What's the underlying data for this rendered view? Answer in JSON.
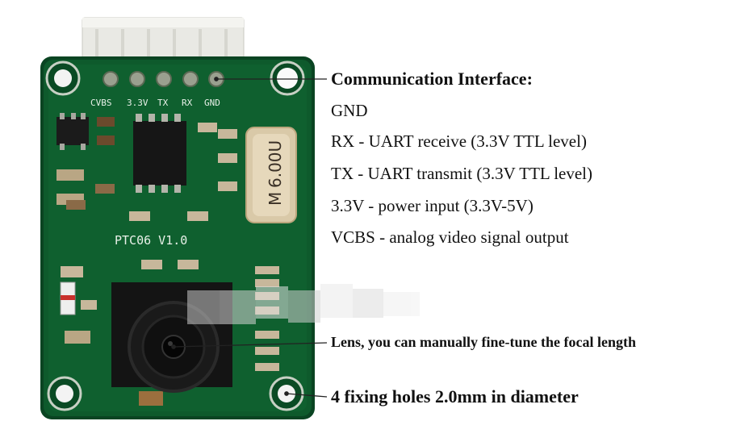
{
  "board": {
    "silkscreen_pins": [
      "CVBS",
      "3.3V",
      "TX",
      "RX",
      "GND"
    ],
    "silkscreen_model": "PTC06  V1.0",
    "crystal_marking": "6.00U",
    "crystal_logo": "M"
  },
  "annotations": {
    "interface_heading": "Communication Interface:",
    "interface_lines": [
      "GND",
      "RX - UART receive (3.3V TTL level)",
      "TX - UART transmit (3.3V TTL level)",
      "3.3V - power input (3.3V-5V)",
      "VCBS - analog video signal output"
    ],
    "lens_note": "Lens, you can manually fine-tune the focal length",
    "holes_note": "4 fixing holes 2.0mm in diameter"
  },
  "colors": {
    "pcb_green": "#0e5a2c",
    "pcb_edge": "#0a4422",
    "connector_white": "#e9e9e4",
    "lens_black": "#141414",
    "text": "#111111"
  }
}
